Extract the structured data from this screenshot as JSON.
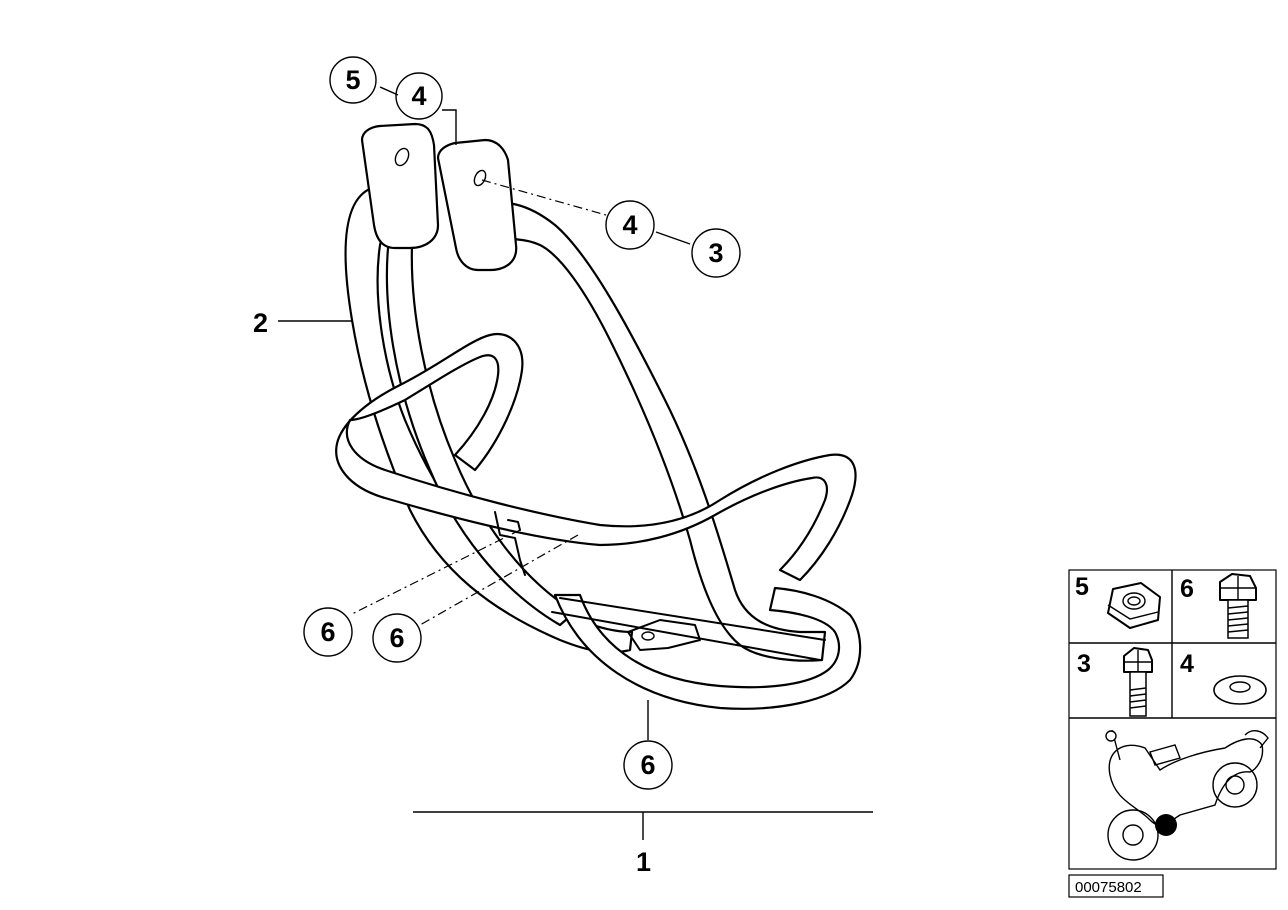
{
  "diagram": {
    "main_label": "1",
    "bar_label": "2",
    "callouts": [
      {
        "id": "c5",
        "text": "5"
      },
      {
        "id": "c4a",
        "text": "4"
      },
      {
        "id": "c4b",
        "text": "4"
      },
      {
        "id": "c3",
        "text": "3"
      },
      {
        "id": "c6a",
        "text": "6"
      },
      {
        "id": "c6b",
        "text": "6"
      },
      {
        "id": "c6c",
        "text": "6"
      }
    ]
  },
  "legend": {
    "cells": [
      {
        "number": "5",
        "part": "hex-nut-icon"
      },
      {
        "number": "6",
        "part": "hex-bolt-short-icon"
      },
      {
        "number": "3",
        "part": "hex-bolt-long-icon"
      },
      {
        "number": "4",
        "part": "washer-icon"
      }
    ],
    "location_icon": "motorcycle-location-icon",
    "diagram_id": "00075802"
  }
}
